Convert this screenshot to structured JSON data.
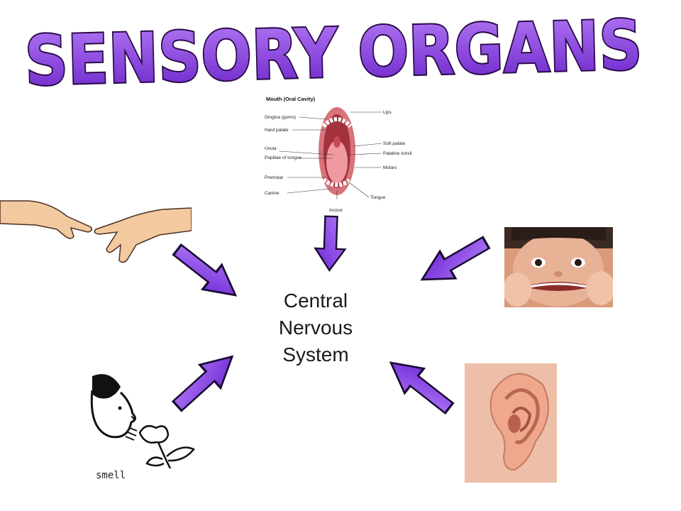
{
  "title": "SENSORY ORGANS",
  "center": {
    "line1": "Central",
    "line2": "Nervous",
    "line3": "System"
  },
  "mouth_diagram": {
    "title": "Mouth (Oral Cavity)",
    "labels": {
      "gingiva": "Gingiva (gums)",
      "hard_palate": "Hard palate",
      "uvula": "Uvula",
      "papillae": "Papillae of tongue",
      "premolar": "Premolar",
      "canine": "Canine",
      "incisor": "Incisor",
      "lips": "Lips",
      "soft_palate": "Soft palate",
      "palatine_tonsil": "Palatine tonsil",
      "molars": "Molars",
      "tongue": "Tongue"
    }
  },
  "smell_label": "smell",
  "colors": {
    "title_fill": "#8a3fe0",
    "title_outline": "#2a0a4a",
    "arrow_fill": "#8e4df0",
    "arrow_outline": "#1a0a33"
  },
  "icons": [
    "hands-touch-icon",
    "mouth-diagram-icon",
    "face-taste-icon",
    "nose-smell-icon",
    "ear-hearing-icon"
  ]
}
